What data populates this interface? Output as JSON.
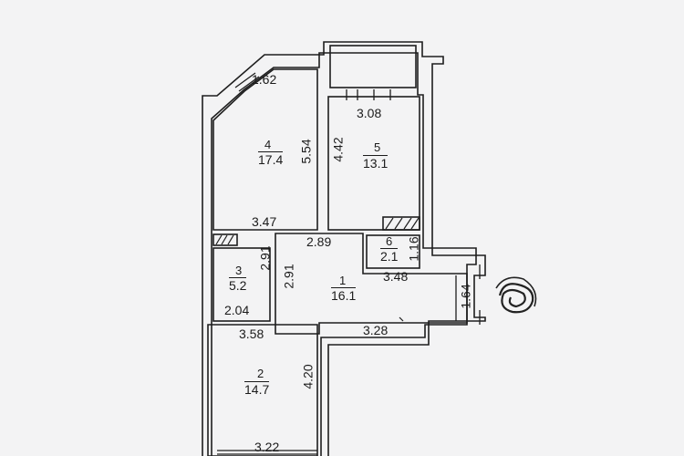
{
  "plan": {
    "rooms": [
      {
        "number": "1",
        "area": "16.1"
      },
      {
        "number": "2",
        "area": "14.7"
      },
      {
        "number": "3",
        "area": "5.2"
      },
      {
        "number": "4",
        "area": "17.4"
      },
      {
        "number": "5",
        "area": "13.1"
      },
      {
        "number": "6",
        "area": "2.1"
      }
    ],
    "dimensions": {
      "r4_top": "1.62",
      "r4_height": "5.54",
      "r4_bottom": "3.47",
      "r5_top": "3.08",
      "r5_height": "4.42",
      "r6_height": "1.16",
      "hall_top": "2.89",
      "hall_left": "2.91",
      "r3_height": "2.91",
      "hall_right": "3.48",
      "door_width": "1.64",
      "r3_bottom": "2.04",
      "hall_bottom": "3.28",
      "r2_top": "3.58",
      "r2_height": "4.20",
      "r2_bottom": "3.22"
    }
  }
}
